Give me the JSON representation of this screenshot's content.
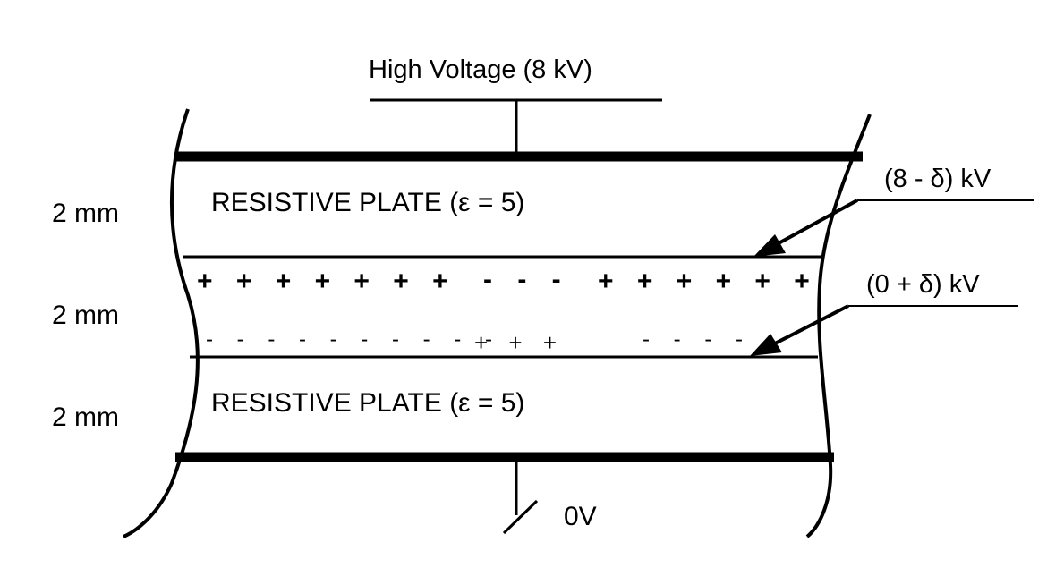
{
  "title": "High Voltage (8 kV)",
  "plates": {
    "top_label": "RESISTIVE PLATE (ε = 5)",
    "bottom_label": "RESISTIVE PLATE (ε = 5)"
  },
  "thickness": {
    "top": "2 mm",
    "gap": "2 mm",
    "bottom": "2 mm"
  },
  "potentials": {
    "upper": "(8 - δ) kV",
    "lower": "(0 + δ) kV"
  },
  "ground": "0V",
  "charges": {
    "upper_left": "+ + + + + + +",
    "upper_middle": "- - -",
    "upper_right": "+ + + + + +",
    "lower_left": "- - - - - - - - - -",
    "lower_middle": "+ + +",
    "lower_right": "- - - - -"
  },
  "colors": {
    "ink": "#000000",
    "background": "#ffffff"
  }
}
